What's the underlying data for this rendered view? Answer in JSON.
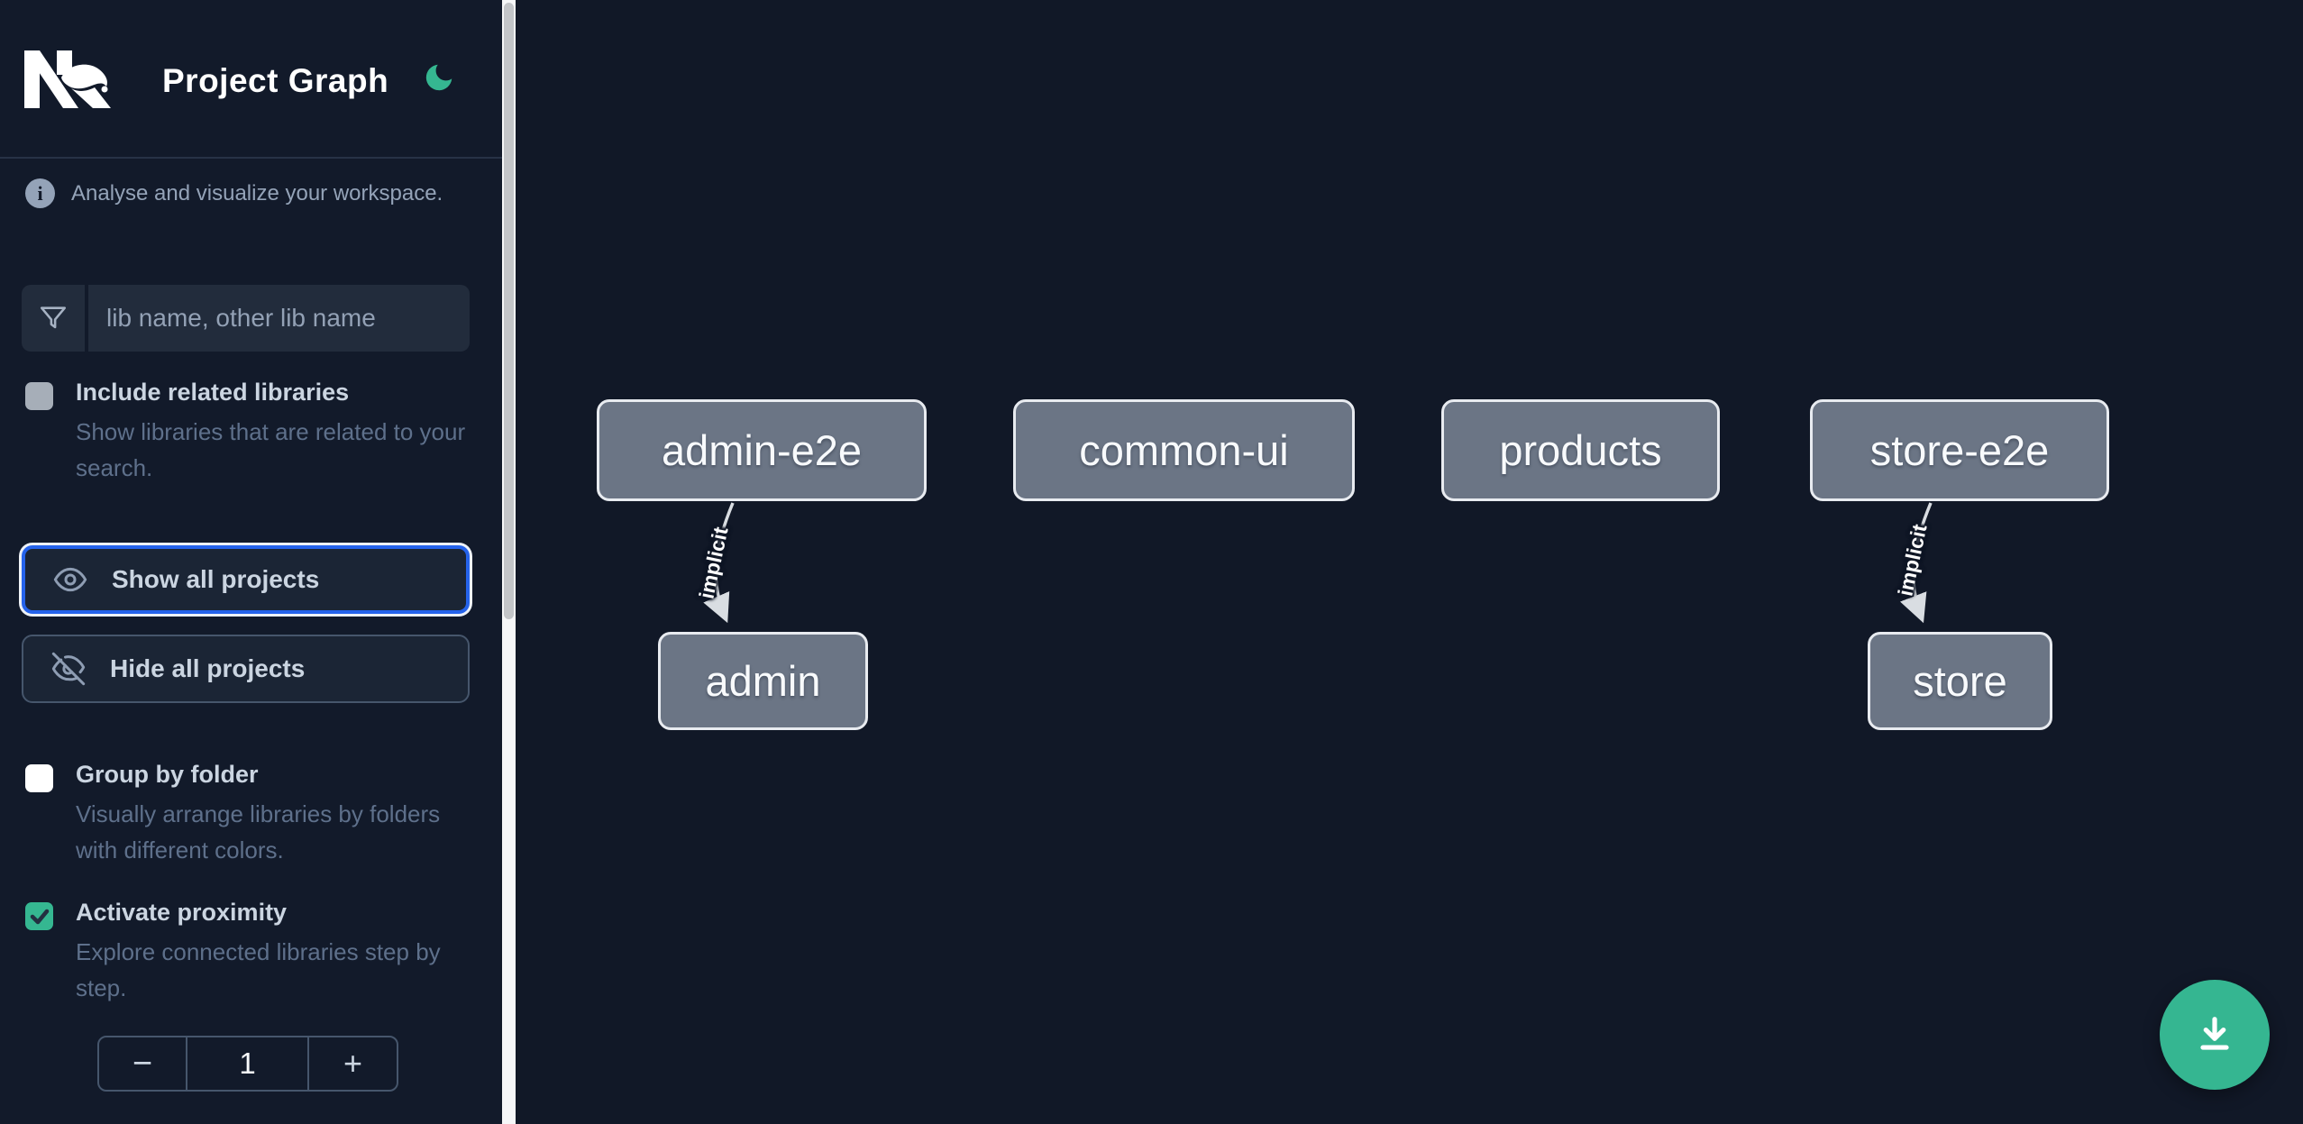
{
  "app": {
    "title": "Project Graph",
    "tagline": "Analyse and visualize your workspace.",
    "info_glyph": "i"
  },
  "search": {
    "placeholder": "lib name, other lib name",
    "value": "",
    "icon": "filter-funnel-icon"
  },
  "toggles": [
    {
      "label": "Include related libraries",
      "description": "Show libraries that are related to your search.",
      "checked": false,
      "enabled": false
    },
    {
      "label": "Group by folder",
      "description": "Visually arrange libraries by folders with different colors.",
      "checked": false,
      "enabled": true
    },
    {
      "label": "Activate proximity",
      "description": "Explore connected libraries step by step.",
      "checked": true,
      "enabled": true
    }
  ],
  "buttons": [
    {
      "label": "Show all projects",
      "icon": "eye-icon",
      "focused": true
    },
    {
      "label": "Hide all projects",
      "icon": "eye-off-icon",
      "focused": false
    }
  ],
  "stepper": {
    "decrement": "−",
    "value": "1",
    "increment": "+"
  },
  "graph": {
    "nodes": [
      {
        "label": "admin-e2e"
      },
      {
        "label": "common-ui"
      },
      {
        "label": "products"
      },
      {
        "label": "store-e2e"
      },
      {
        "label": "admin"
      },
      {
        "label": "store"
      }
    ],
    "edges": [
      {
        "source": "admin-e2e",
        "target": "admin",
        "label": "implicit"
      },
      {
        "source": "store-e2e",
        "target": "store",
        "label": "implicit"
      }
    ]
  },
  "fab": {
    "icon": "download-icon"
  },
  "colors": {
    "accent_green": "#35b791",
    "focus_blue": "#2563eb",
    "sidebar_bg": "#121a2a",
    "canvas_bg": "#111827",
    "node_fill": "#6b7585",
    "node_border": "#e8ebf0",
    "edge": "#d9dde2",
    "text_primary": "#cbd5e1",
    "text_muted": "#5e708b"
  }
}
